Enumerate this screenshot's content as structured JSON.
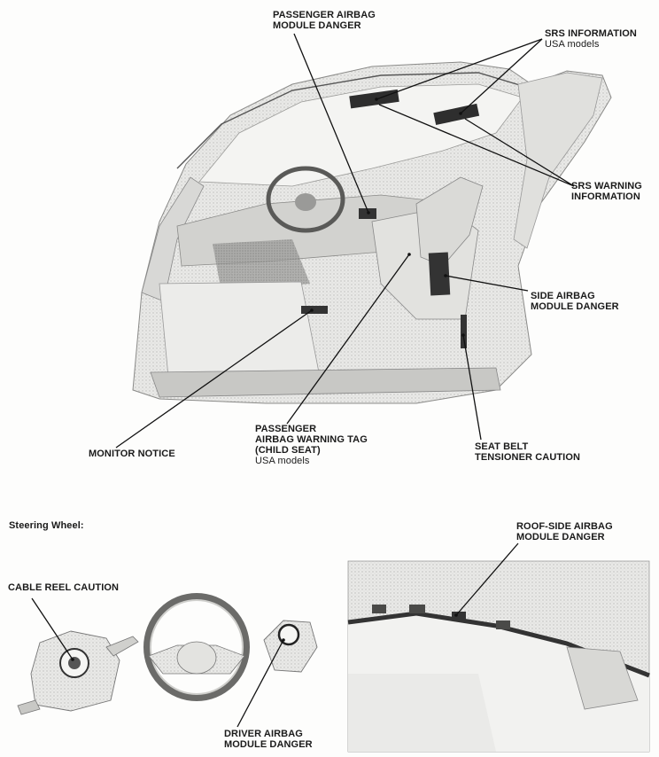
{
  "labels": {
    "passenger_airbag_danger": [
      "PASSENGER AIRBAG",
      "MODULE DANGER"
    ],
    "srs_information": {
      "lines": [
        "SRS INFORMATION"
      ],
      "sub": "USA models"
    },
    "srs_warning": [
      "SRS WARNING",
      "INFORMATION"
    ],
    "side_airbag_danger": [
      "SIDE AIRBAG",
      "MODULE DANGER"
    ],
    "monitor_notice": [
      "MONITOR NOTICE"
    ],
    "passenger_warning_tag": {
      "lines": [
        "PASSENGER",
        "AIRBAG WARNING TAG",
        "(CHILD SEAT)"
      ],
      "sub": "USA models"
    },
    "seat_belt_tensioner": [
      "SEAT BELT",
      "TENSIONER CAUTION"
    ],
    "steering_wheel_heading": "Steering Wheel:",
    "cable_reel_caution": [
      "CABLE REEL CAUTION"
    ],
    "driver_airbag_danger": [
      "DRIVER AIRBAG",
      "MODULE DANGER"
    ],
    "roof_side_airbag_danger": [
      "ROOF-SIDE AIRBAG",
      "MODULE DANGER"
    ]
  }
}
